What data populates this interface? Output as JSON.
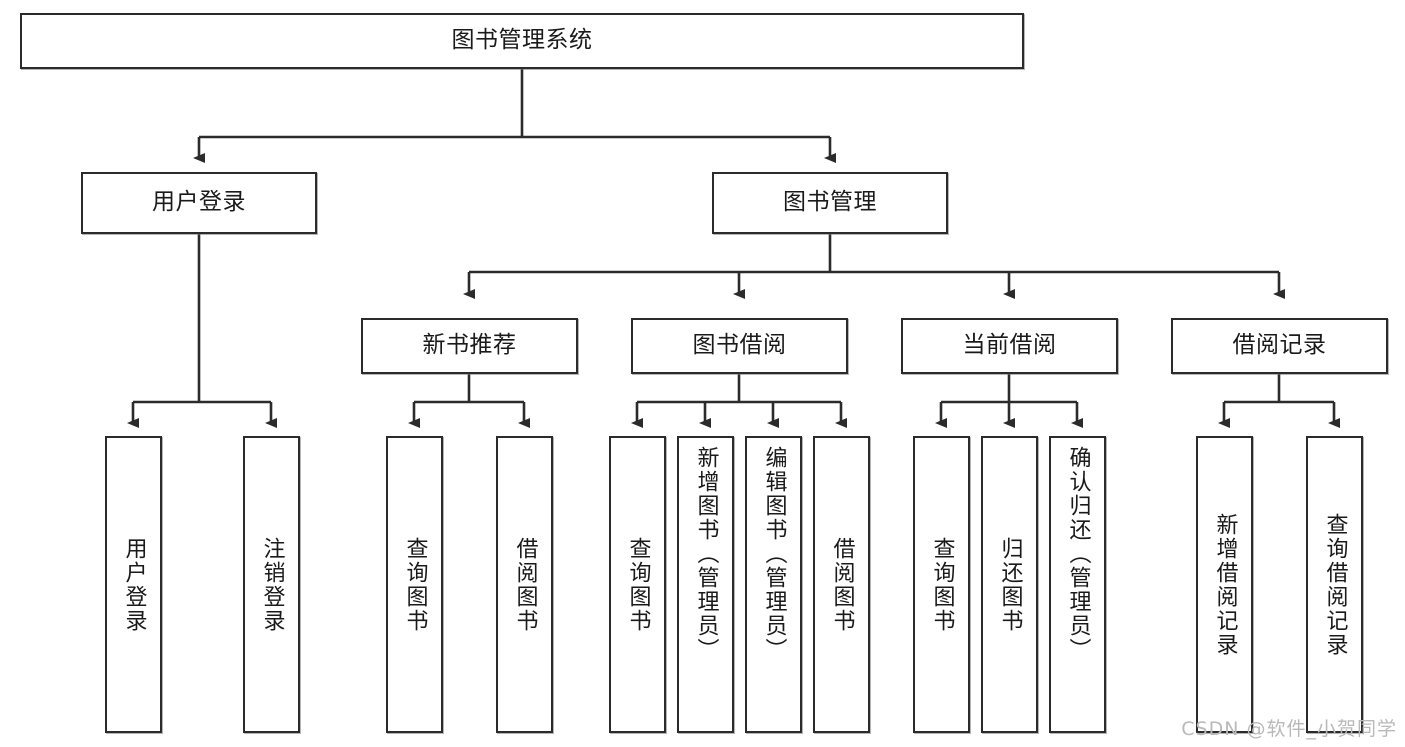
{
  "diagram": {
    "title": "图书管理系统",
    "type": "tree",
    "colors": {
      "box_border": "#2b2b2b",
      "box_fill": "#ffffff",
      "edge": "#2b2b2b",
      "text": "#1a1a1a",
      "watermark": "#b9b9b9",
      "background": "#ffffff"
    },
    "root": {
      "label": "图书管理系统"
    },
    "level2": [
      {
        "label": "用户登录"
      },
      {
        "label": "图书管理"
      }
    ],
    "level3": [
      {
        "label": "新书推荐"
      },
      {
        "label": "图书借阅"
      },
      {
        "label": "当前借阅"
      },
      {
        "label": "借阅记录"
      }
    ],
    "leaves": {
      "user_login": [
        {
          "label": "用户登录"
        },
        {
          "label": "注销登录"
        }
      ],
      "new_book": [
        {
          "label": "查询图书"
        },
        {
          "label": "借阅图书"
        }
      ],
      "book_borrow": [
        {
          "label": "查询图书"
        },
        {
          "label": "新增图书（管理员）"
        },
        {
          "label": "编辑图书（管理员）"
        },
        {
          "label": "借阅图书"
        }
      ],
      "current_borrow": [
        {
          "label": "查询图书"
        },
        {
          "label": "归还图书"
        },
        {
          "label": "确认归还（管理员）"
        }
      ],
      "borrow_record": [
        {
          "label": "新增借阅记录"
        },
        {
          "label": "查询借阅记录"
        }
      ]
    },
    "watermark": "CSDN @软件_小贺同学"
  }
}
